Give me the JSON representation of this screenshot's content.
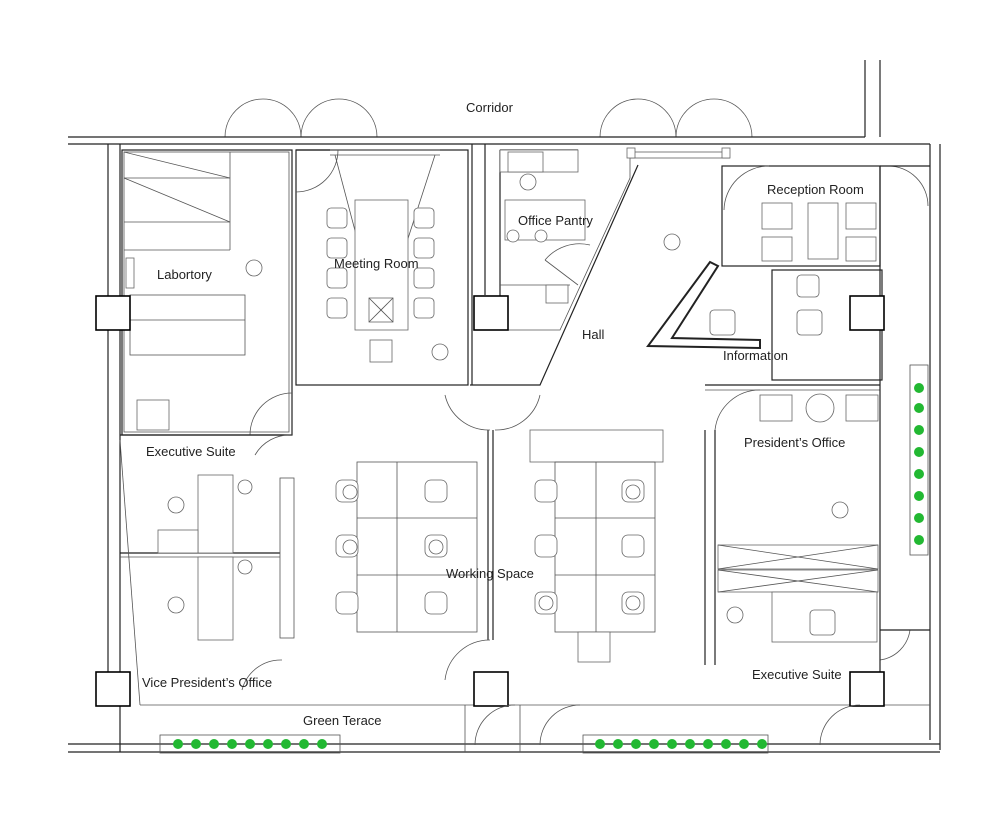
{
  "labels": {
    "corridor": "Corridor",
    "laboratory": "Labortory",
    "meeting_room": "Meeting Room",
    "office_pantry": "Office Pantry",
    "reception_room": "Reception Room",
    "hall": "Hall",
    "information": "Information",
    "executive_suite_left": "Executive Suite",
    "presidents_office": "President’s Office",
    "working_space": "Working Space",
    "vice_presidents_office": "Vice President’s Office",
    "executive_suite_right": "Executive Suite",
    "green_terrace": "Green Terace"
  },
  "colors": {
    "wall": "#222222",
    "plant": "#22b832",
    "column": "#000000"
  },
  "icons": [
    "person-icon",
    "chair-icon",
    "plant-icon",
    "door-swing-icon",
    "column-icon"
  ]
}
